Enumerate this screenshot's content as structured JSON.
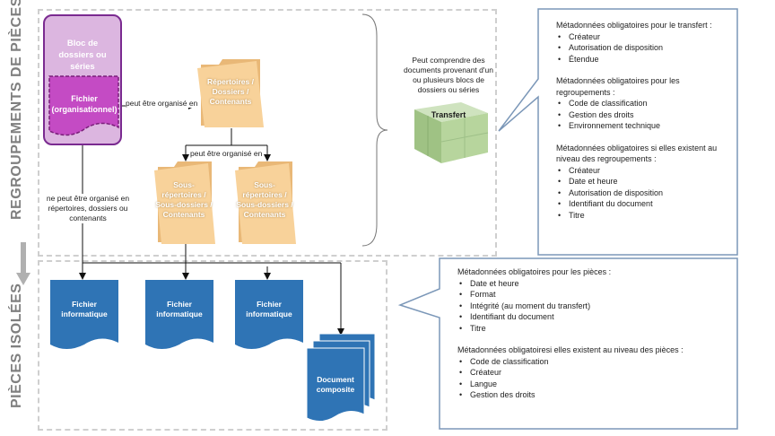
{
  "side_labels": {
    "top": "REGROUPEMENTS DE PIÈCES",
    "bottom": "PIÈCES ISOLÉES"
  },
  "bloc": {
    "title": "Bloc de dossiers ou séries",
    "fichier": "Fichier (organisationnel)"
  },
  "edges": {
    "peut_etre_organise_1": "peut être organisé en",
    "peut_etre_organise_2": "peut être organisé en",
    "ne_peut_etre": "ne peut être organisé en répertoires, dossiers ou contenants"
  },
  "folders": {
    "main": "Répertoires / Dossiers / Contenants",
    "sub1": "Sous-répertoires / Sous-dossiers / Contenants",
    "sub2": "Sous-répertoires / Sous-dossiers / Contenants"
  },
  "transfer": {
    "note": "Peut comprendre des documents provenant d'un ou plusieurs blocs de dossiers ou séries",
    "box_label": "Transfert"
  },
  "docs": {
    "f1": "Fichier informatique",
    "f2": "Fichier informatique",
    "f3": "Fichier informatique",
    "composite": "Document composite"
  },
  "callout_top": {
    "s1_title": "Métadonnées obligatoires pour le transfert :",
    "s1_items": [
      "Créateur",
      "Autorisation de disposition",
      "Étendue"
    ],
    "s2_title": "Métadonnées obligatoires pour les regroupements :",
    "s2_items": [
      "Code de classification",
      "Gestion des droits",
      "Environnement technique"
    ],
    "s3_title": "Métadonnées obligatoires si elles existent au niveau des regroupements :",
    "s3_items": [
      "Créateur",
      "Date et heure",
      "Autorisation de disposition",
      "Identifiant du document",
      "Titre"
    ]
  },
  "callout_bottom": {
    "s1_title": "Métadonnées obligatoires pour les pièces :",
    "s1_items": [
      "Date et heure",
      "Format",
      "Intégrité (au moment du transfert)",
      "Identifiant du document",
      "Titre"
    ],
    "s2_title": "Métadonnées obligatoiresi elles existent au niveau des pièces :",
    "s2_items": [
      "Code de classification",
      "Créateur",
      "Langue",
      "Gestion des droits"
    ]
  },
  "colors": {
    "purple_fill": "#dcb6e0",
    "purple_border": "#7a2a90",
    "magenta": "#c44bc4",
    "folder": "#f6c98a",
    "doc_blue": "#2f74b5",
    "callout_border": "#7b97b8",
    "transfer_green": "#a9c98f"
  }
}
